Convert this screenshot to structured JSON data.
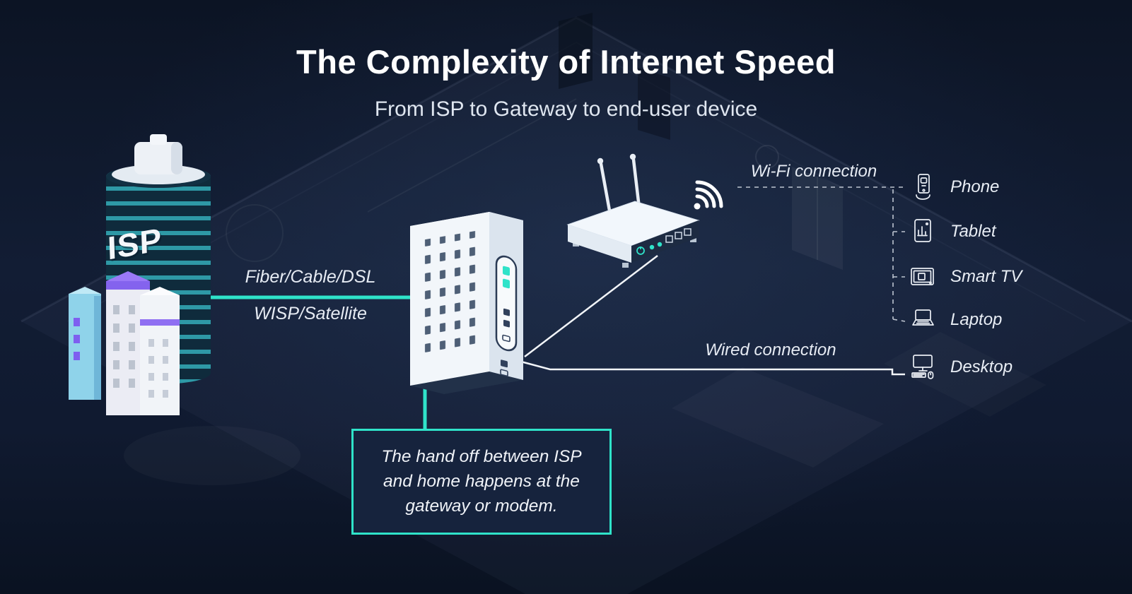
{
  "header": {
    "title": "The Complexity of Internet Speed",
    "subtitle": "From ISP to Gateway to end-user device"
  },
  "isp": {
    "label": "ISP"
  },
  "links": {
    "fiber": "Fiber/Cable/DSL",
    "wisp": "WISP/Satellite",
    "wifi": "Wi-Fi connection",
    "wired": "Wired connection"
  },
  "callout": {
    "text": "The hand off between ISP and home happens at the gateway or modem."
  },
  "devices": [
    {
      "label": "Phone"
    },
    {
      "label": "Tablet"
    },
    {
      "label": "Smart TV"
    },
    {
      "label": "Laptop"
    },
    {
      "label": "Desktop"
    }
  ],
  "colors": {
    "accent": "#2fe3c9",
    "callout_bg": "#16233d",
    "background": "#101a30",
    "text": "#ffffff"
  }
}
